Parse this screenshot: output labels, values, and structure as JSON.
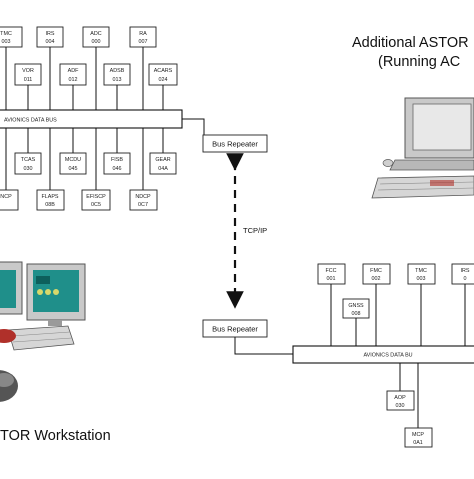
{
  "top_left_bus": {
    "label": "AVIONICS DATA BUS",
    "top_row_1": [
      {
        "name": "TMC",
        "code": "003"
      },
      {
        "name": "IRS",
        "code": "004"
      },
      {
        "name": "ADC",
        "code": "000"
      },
      {
        "name": "RA",
        "code": "007"
      }
    ],
    "top_row_2": [
      {
        "name": "VOR",
        "code": "011"
      },
      {
        "name": "ADF",
        "code": "012"
      },
      {
        "name": "ADSB",
        "code": "013"
      },
      {
        "name": "ACARS",
        "code": "024"
      }
    ],
    "bottom_row_1": [
      {
        "name": "TCAS",
        "code": "030"
      },
      {
        "name": "MCDU",
        "code": "045"
      },
      {
        "name": "FISB",
        "code": "046"
      },
      {
        "name": "GEAR",
        "code": "04A"
      }
    ],
    "bottom_row_2": [
      {
        "name": "NCP",
        "code": ""
      },
      {
        "name": "FLAPS",
        "code": "08B"
      },
      {
        "name": "EFISCP",
        "code": "0C5"
      },
      {
        "name": "NDCP",
        "code": "0C7"
      }
    ]
  },
  "repeater_top": {
    "label": "Bus Repeater"
  },
  "repeater_bottom": {
    "label": "Bus Repeater"
  },
  "link": {
    "label": "TCP/IP"
  },
  "right_bus": {
    "label": "AVIONICS DATA BU",
    "top_units": [
      {
        "name": "FCC",
        "code": "001"
      },
      {
        "name": "FMC",
        "code": "002"
      },
      {
        "name": "TMC",
        "code": "003"
      },
      {
        "name": "IRS",
        "code": "0"
      }
    ],
    "gnss": {
      "name": "GNSS",
      "code": "008"
    },
    "bottom_units": [
      {
        "name": "AOP",
        "code": "030"
      },
      {
        "name": "MCP",
        "code": "0A1"
      }
    ]
  },
  "captions": {
    "additional_line1": "Additional ASTOR",
    "additional_line2": "(Running AC",
    "workstation": "TOR Workstation"
  },
  "colors": {
    "screen": "#1f8f8a",
    "monitor_body": "#c9c9c9",
    "red_accent": "#b0302a"
  }
}
